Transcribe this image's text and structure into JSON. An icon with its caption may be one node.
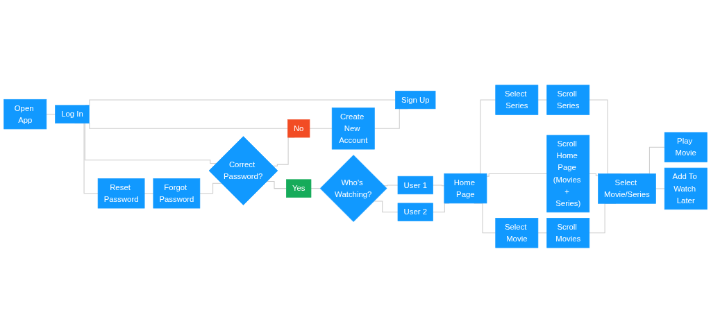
{
  "diagram": {
    "nodes": [
      {
        "text": [
          "Open App"
        ]
      },
      {
        "text": [
          "Log In"
        ]
      },
      {
        "text": [
          "Reset Password"
        ]
      },
      {
        "text": [
          "Forgot Password"
        ]
      },
      {
        "text": [
          "Correct Password?"
        ]
      },
      {
        "text": [
          "Yes"
        ]
      },
      {
        "text": [
          "No"
        ]
      },
      {
        "text": [
          "Create New Account"
        ]
      },
      {
        "text": [
          "Sign Up"
        ]
      },
      {
        "text": [
          "Who's Watching?"
        ]
      },
      {
        "text": [
          "User 1"
        ]
      },
      {
        "text": [
          "User 2"
        ]
      },
      {
        "text": [
          "Home Page"
        ]
      },
      {
        "text": [
          "Select Series"
        ]
      },
      {
        "text": [
          "Scroll Home Page (Movies + Series)"
        ]
      },
      {
        "text": [
          "Select Movie"
        ]
      },
      {
        "text": [
          "Scroll Series"
        ]
      },
      {
        "text": [
          "Scroll Movies"
        ]
      },
      {
        "text": [
          "Select Movie/Series"
        ]
      },
      {
        "text": [
          "Play Movie"
        ]
      },
      {
        "text": [
          "Add To Watch Later"
        ]
      }
    ],
    "edges": [
      {
        "from": 0,
        "to": 1,
        "arrow": "none"
      },
      {
        "from": 1,
        "to": 4,
        "arrow": "none"
      },
      {
        "from": 1,
        "to": 2,
        "arrow": "none"
      },
      {
        "from": 1,
        "to": 6,
        "arrow": "none"
      },
      {
        "from": 1,
        "to": 8,
        "arrow": "none"
      },
      {
        "from": 2,
        "to": 3,
        "arrow": "none"
      },
      {
        "from": 3,
        "to": 4,
        "arrow": "none"
      },
      {
        "from": 4,
        "to": 5,
        "arrow": "none"
      },
      {
        "from": 4,
        "to": 6,
        "arrow": "none"
      },
      {
        "from": 6,
        "to": 7,
        "arrow": "none"
      },
      {
        "from": 7,
        "to": 8,
        "arrow": "none"
      },
      {
        "from": 5,
        "to": 9,
        "arrow": "none"
      },
      {
        "from": 9,
        "to": 10,
        "arrow": "none"
      },
      {
        "from": 9,
        "to": 11,
        "arrow": "none"
      },
      {
        "from": 10,
        "to": 12,
        "arrow": "none"
      },
      {
        "from": 11,
        "to": 12,
        "arrow": "none"
      },
      {
        "from": 12,
        "to": 13,
        "arrow": "none"
      },
      {
        "from": 12,
        "to": 14,
        "arrow": "none"
      },
      {
        "from": 12,
        "to": 15,
        "arrow": "none"
      },
      {
        "from": 13,
        "to": 16,
        "arrow": "none"
      },
      {
        "from": 16,
        "to": 18,
        "arrow": "none"
      },
      {
        "from": 14,
        "to": 18,
        "arrow": "none"
      },
      {
        "from": 15,
        "to": 17,
        "arrow": "none"
      },
      {
        "from": 17,
        "to": 18,
        "arrow": "none"
      },
      {
        "from": 18,
        "to": 19,
        "arrow": "none"
      },
      {
        "from": 18,
        "to": 20,
        "arrow": "none"
      }
    ]
  }
}
